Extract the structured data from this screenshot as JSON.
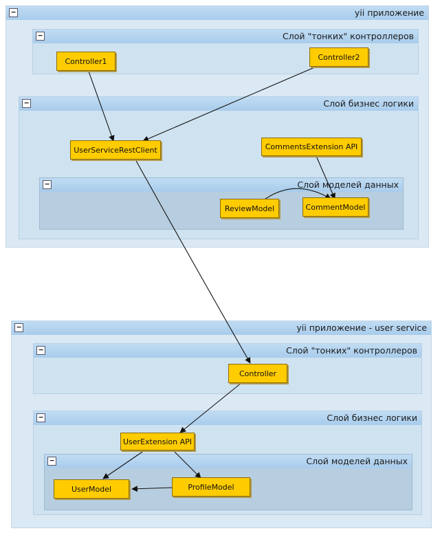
{
  "icons": {
    "collapse": "minus-toggle-icon"
  },
  "colors": {
    "node_fill": "#ffcc00",
    "header": "#a8ccec",
    "arrow": "#111111"
  },
  "app1": {
    "title": "yii приложение",
    "thin_layer": {
      "title": "Слой \"тонких\" контроллеров",
      "controller1": "Controller1",
      "controller2": "Controller2"
    },
    "business_layer": {
      "title": "Слой бизнес логики",
      "user_service_rest_client": "UserServiceRestClient",
      "comments_extension_api": "CommentsExtension API"
    },
    "model_layer": {
      "title": "Слой моделей данных",
      "review_model": "ReviewModel",
      "comment_model": "CommentModel"
    }
  },
  "app2": {
    "title": "yii приложение - user service",
    "thin_layer": {
      "title": "Слой \"тонких\" контроллеров",
      "controller": "Controller"
    },
    "business_layer": {
      "title": "Слой бизнес логики",
      "user_extension_api": "UserExtension API"
    },
    "model_layer": {
      "title": "Слой моделей данных",
      "user_model": "UserModel",
      "profile_model": "ProfileModel"
    }
  }
}
